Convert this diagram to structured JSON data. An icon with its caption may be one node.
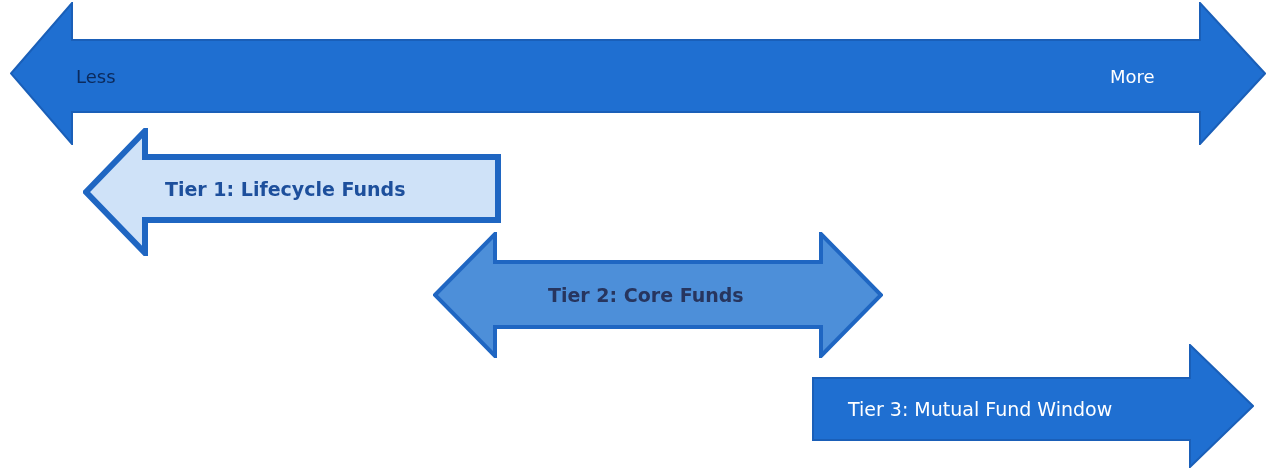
{
  "diagram": {
    "nodes": [
      {
        "text": [
          "Less",
          "More"
        ]
      },
      {
        "text": [
          "Tier 1: Lifecycle Funds"
        ]
      },
      {
        "text": [
          "Tier 2: Core Funds"
        ]
      },
      {
        "text": [
          "Tier 3: Mutual Fund Window"
        ]
      }
    ]
  }
}
